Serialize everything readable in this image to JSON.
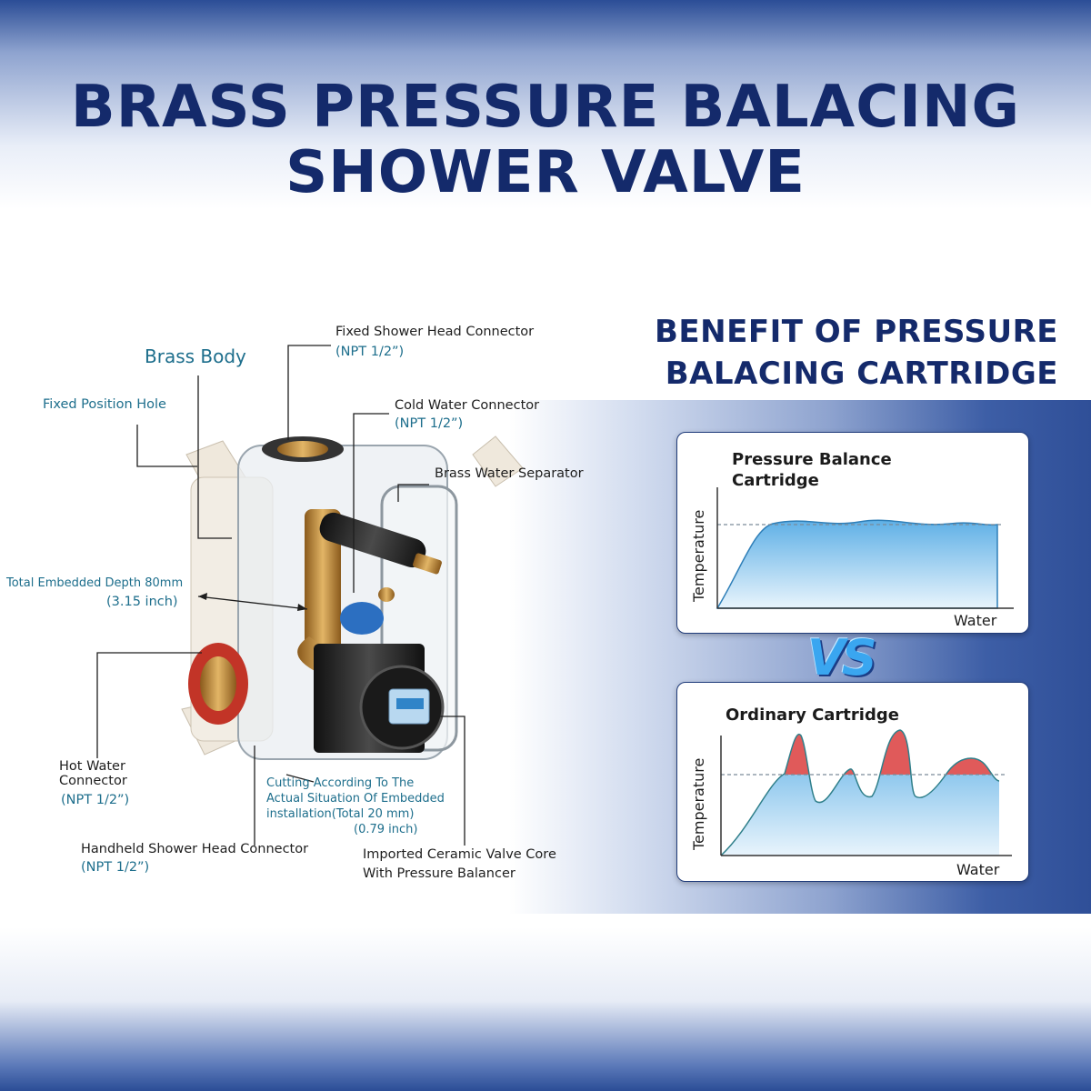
{
  "title": {
    "line1": "BRASS PRESSURE BALACING",
    "line2": "SHOWER VALVE"
  },
  "benefit_heading": {
    "line1": "BENEFIT OF PRESSURE",
    "line2": "BALACING CARTRIDGE"
  },
  "callouts": {
    "brass_body": "Brass Body",
    "fixed_position_hole": "Fixed Position Hole",
    "fixed_shower_head": "Fixed Shower Head Connector",
    "fixed_shower_head_npt": "(NPT 1/2”)",
    "cold_water": "Cold Water Connector",
    "cold_water_npt": "(NPT 1/2”)",
    "brass_separator": "Brass Water Separator",
    "embedded_depth": "Total Embedded Depth 80mm",
    "embedded_depth_inch": "(3.15 inch)",
    "hot_water_line1": "Hot Water",
    "hot_water_line2": "Connector",
    "hot_water_npt": "(NPT 1/2”)",
    "cutting_line1": "Cutting According To The",
    "cutting_line2": "Actual Situation Of Embedded",
    "cutting_line3": "installation(Total 20 mm)",
    "cutting_inch": "(0.79 inch)",
    "handheld": "Handheld Shower Head Connector",
    "handheld_npt": "(NPT 1/2”)",
    "ceramic_line1": "Imported Ceramic Valve Core",
    "ceramic_line2": "With Pressure Balancer"
  },
  "comparison": {
    "vs": "VS",
    "pressure_balance": {
      "title_line1": "Pressure Balance",
      "title_line2": "Cartridge",
      "ylabel": "Temperature",
      "xlabel": "Water"
    },
    "ordinary": {
      "title": "Ordinary Cartridge",
      "ylabel": "Temperature",
      "xlabel": "Water"
    }
  },
  "colors": {
    "title": "#142a6b",
    "teal_label": "#1d6e8c",
    "curve_blue": "#4aa3d8",
    "overshoot_red": "#e05a5a",
    "brass": "#c9963b"
  }
}
